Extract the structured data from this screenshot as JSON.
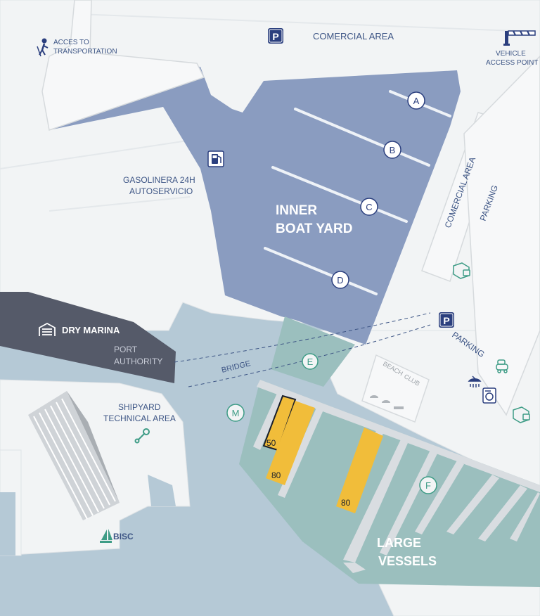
{
  "map": {
    "areas": {
      "comercial_top": "COMERCIAL AREA",
      "inner_boat_yard_line1": "INNER",
      "inner_boat_yard_line2": "BOAT YARD",
      "comercial_vertical": "COMERCIAL AREA",
      "parking_vertical": "PARKING",
      "parking_lower": "PARKING",
      "gas_line1": "GASOLINERA 24H",
      "gas_line2": "AUTOSERVICIO",
      "transport_line1": "ACCES TO",
      "transport_line2": "TRANSPORTATION",
      "vehicle_line1": "VEHICLE",
      "vehicle_line2": "ACCESS POINT",
      "dry_marina": "DRY MARINA",
      "port_line1": "PORT",
      "port_line2": "AUTHORITY",
      "bridge": "BRIDGE",
      "beach_club_line1": "BEACH",
      "beach_club_line2": "CLUB",
      "shipyard_line1": "SHIPYARD",
      "shipyard_line2": "TECHNICAL AREA",
      "bisc": "BISC",
      "large_vessels_line1": "LARGE",
      "large_vessels_line2": "VESSELS"
    },
    "markers": {
      "A": "A",
      "B": "B",
      "C": "C",
      "D": "D",
      "E": "E",
      "F": "F",
      "M": "M",
      "parking_top": "P",
      "parking_mid": "P"
    },
    "berths": {
      "b50": "50",
      "b80a": "80",
      "b80b": "80"
    },
    "colors": {
      "water": "#b5c9d6",
      "land": "#f2f4f5",
      "boat_yard": "#8a9cc0",
      "dry_marina": "#555a69",
      "pontoon_area": "#9bbfbe",
      "teal_accent": "#3e9c86",
      "navy": "#2b3f7e",
      "berth": "#f1bd3a",
      "label": "#3d5585"
    }
  }
}
